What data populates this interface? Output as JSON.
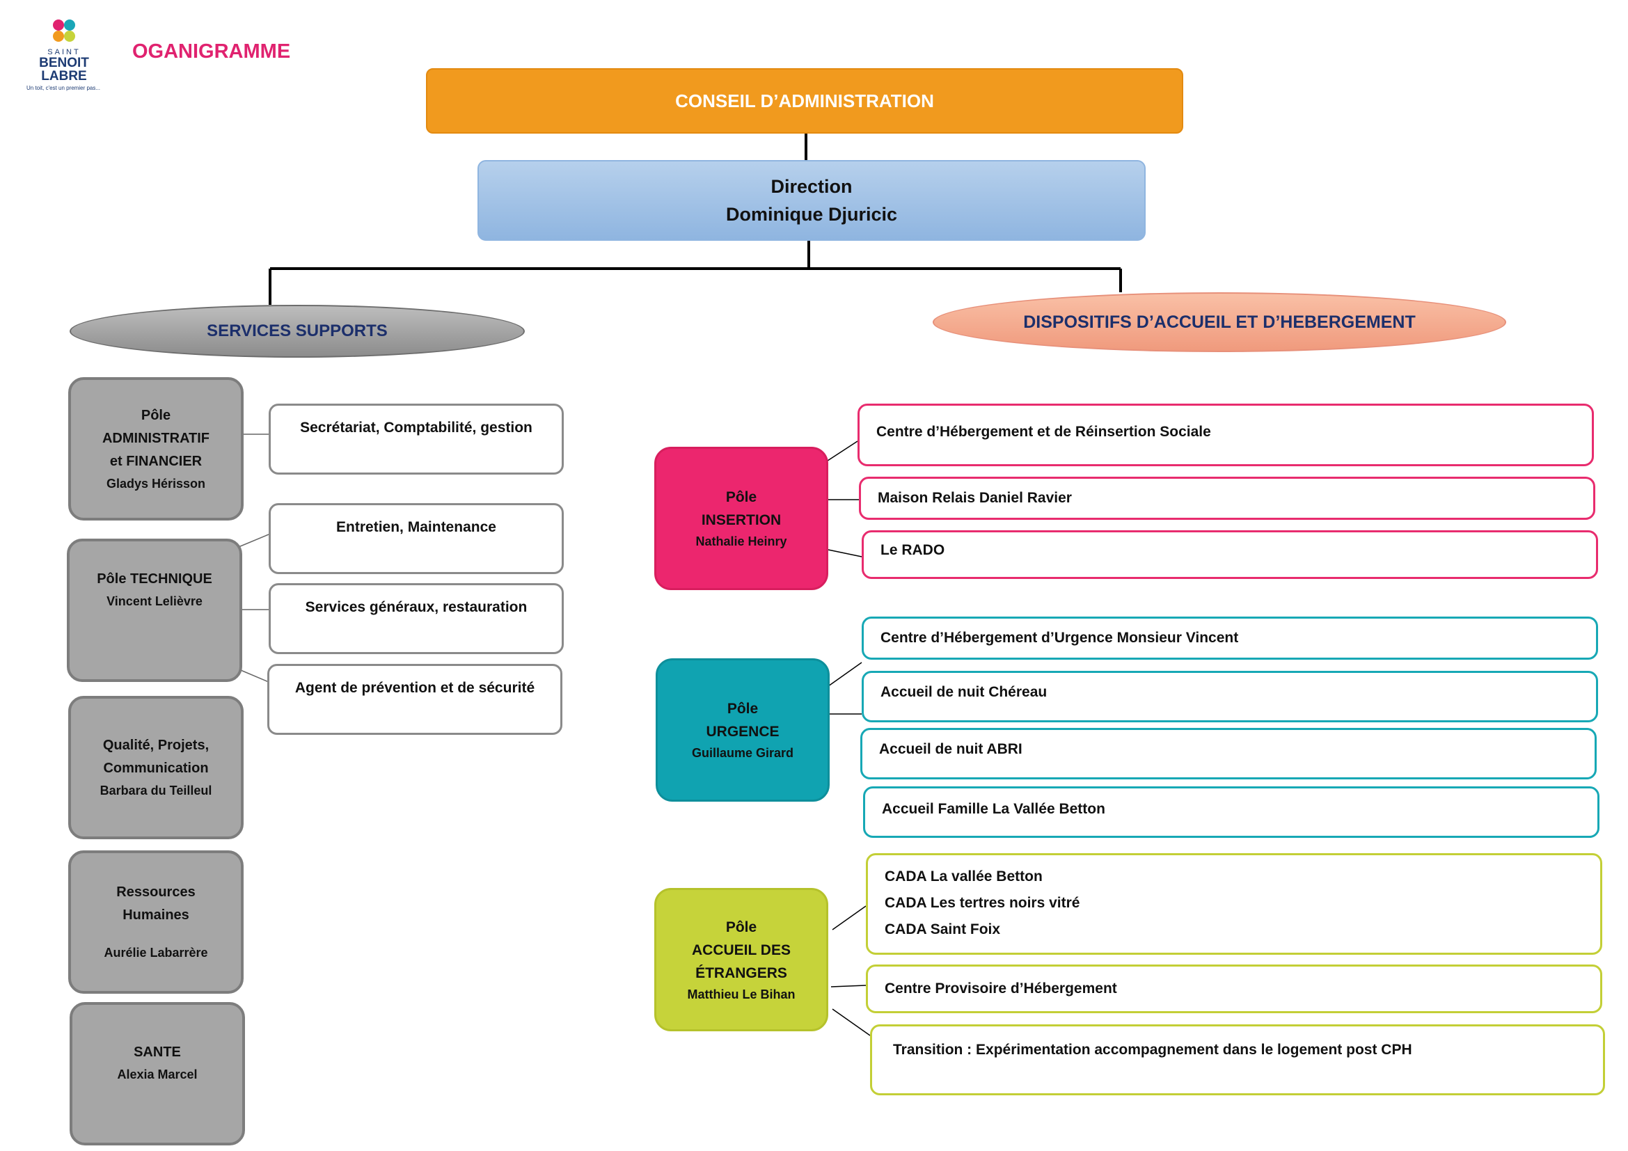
{
  "header": {
    "title": "OGANIGRAMME",
    "logo": {
      "word1": "SAINT",
      "word2": "BENOIT",
      "word3": "LABRE",
      "tagline": "Un toit, c'est un premier pas..."
    }
  },
  "top": {
    "conseil": "CONSEIL D’ADMINISTRATION",
    "direction_title": "Direction",
    "direction_name": "Dominique Djuricic"
  },
  "branches": {
    "supports": "SERVICES SUPPORTS",
    "dispositifs": "DISPOSITIFS D’ACCUEIL ET D’HEBERGEMENT"
  },
  "supports": {
    "admin": {
      "line1": "Pôle",
      "line2": "ADMINISTRATIF",
      "line3": "et FINANCIER",
      "person": "Gladys Hérisson"
    },
    "technique": {
      "line1": "Pôle TECHNIQUE",
      "person": "Vincent Lelièvre"
    },
    "qualite": {
      "line1": "Qualité, Projets,",
      "line2": "Communication",
      "person": "Barbara du Teilleul"
    },
    "rh": {
      "line1": "Ressources",
      "line2": "Humaines",
      "person": "Aurélie Labarrère"
    },
    "sante": {
      "line1": "SANTE",
      "person": "Alexia Marcel"
    },
    "services": [
      "Secrétariat, Comptabilité, gestion",
      "Entretien, Maintenance",
      "Services généraux, restauration",
      "Agent de prévention et de sécurité"
    ]
  },
  "poles": {
    "insertion": {
      "line1": "Pôle",
      "line2": "INSERTION",
      "person": "Nathalie Heinry",
      "items": [
        "Centre d’Hébergement et de Réinsertion Sociale",
        "Maison Relais Daniel Ravier",
        "Le RADO"
      ]
    },
    "urgence": {
      "line1": "Pôle",
      "line2": "URGENCE",
      "person": "Guillaume Girard",
      "items": [
        "Centre d’Hébergement d’Urgence Monsieur Vincent",
        "Accueil de nuit Chéreau",
        "Accueil de nuit ABRI",
        "Accueil Famille La Vallée Betton"
      ]
    },
    "etrangers": {
      "line1": "Pôle",
      "line2": "ACCUEIL DES",
      "line3": "ÉTRANGERS",
      "person": "Matthieu Le Bihan",
      "cada": [
        "CADA La vallée Betton",
        "CADA Les tertres noirs vitré",
        "CADA Saint Foix"
      ],
      "items": [
        "Centre Provisoire d’Hébergement",
        "Transition : Expérimentation accompagnement dans le logement post CPH"
      ]
    }
  },
  "colors": {
    "conseil": "#f19a1e",
    "direction": "#9dbfe6",
    "supports": "#a6a6a6",
    "dispositifs": "#f4a98c",
    "insertion": "#ec266e",
    "urgence": "#10a3b1",
    "etrangers": "#c6d33a",
    "title": "#e0226f"
  }
}
